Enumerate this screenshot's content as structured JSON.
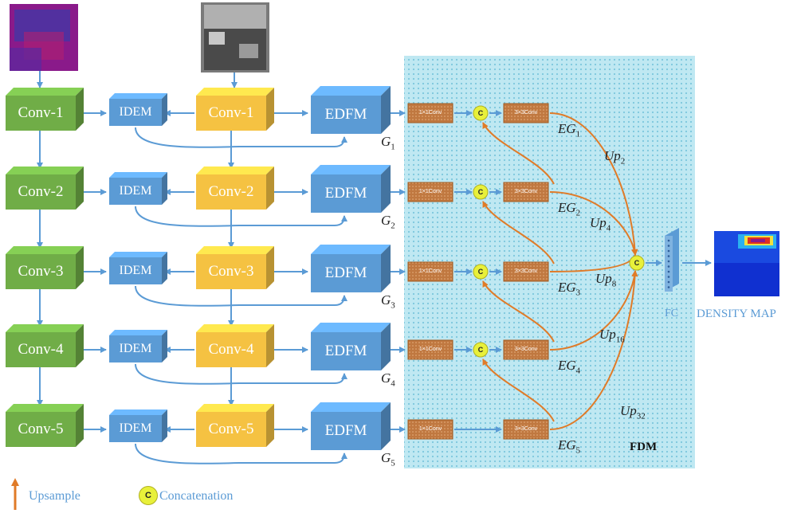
{
  "encoder_left": {
    "blocks": [
      "Conv-1",
      "Conv-2",
      "Conv-3",
      "Conv-4",
      "Conv-5"
    ],
    "color": "#70ad47"
  },
  "encoder_mid": {
    "blocks": [
      "Conv-1",
      "Conv-2",
      "Conv-3",
      "Conv-4",
      "Conv-5"
    ],
    "color": "#f5c242"
  },
  "idem": {
    "label": "IDEM",
    "color": "#5b9bd5"
  },
  "edfm": {
    "label": "EDFM",
    "color": "#5b9bd5"
  },
  "g_labels": [
    "G",
    "G",
    "G",
    "G",
    "G"
  ],
  "g_subs": [
    "1",
    "2",
    "3",
    "4",
    "5"
  ],
  "fdm": {
    "title": "FDM",
    "conv_left": [
      "1×1Conv",
      "1×1Conv",
      "1×1Conv",
      "1×1Conv",
      "1×1Conv"
    ],
    "conv_right": [
      "3×3Conv",
      "3×3Conv",
      "3×3Conv",
      "3×3Conv",
      "3×3Conv"
    ],
    "concat_mark": "C",
    "eg_labels": [
      "EG",
      "EG",
      "EG",
      "EG",
      "EG"
    ],
    "eg_subs": [
      "1",
      "2",
      "3",
      "4",
      "5"
    ],
    "up_labels": [
      "Up",
      "Up",
      "Up",
      "Up",
      "Up"
    ],
    "up_subs": [
      "2",
      "4",
      "8",
      "16",
      "32"
    ],
    "bg_color": "#bfe8f2"
  },
  "output": {
    "fc_label": "FC",
    "density_label": "DENSITY MAP"
  },
  "legend": {
    "upsample": "Upsample",
    "concatenation": "Concatenation",
    "concat_mark": "C"
  },
  "colors": {
    "arrow_blue": "#5b9bd5",
    "arrow_orange": "#e07b28",
    "conv_brown": "#c07840"
  }
}
